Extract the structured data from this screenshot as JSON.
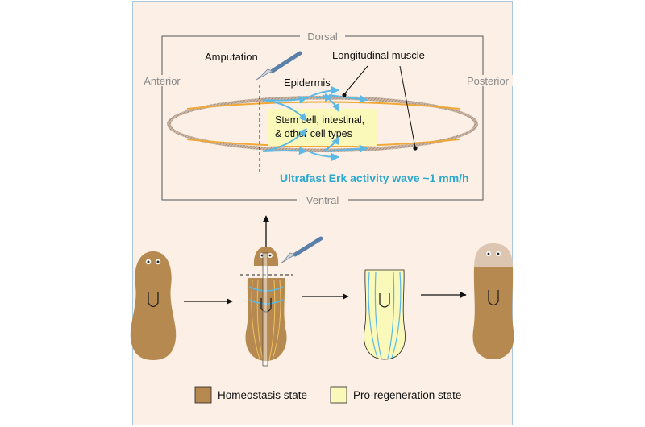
{
  "diagram": {
    "labels": {
      "dorsal": "Dorsal",
      "ventral": "Ventral",
      "anterior": "Anterior",
      "posterior": "Posterior",
      "amputation": "Amputation",
      "epidermis": "Epidermis",
      "longitudinal_muscle": "Longitudinal muscle",
      "stem_cell_line1": "Stem cell, intestinal,",
      "stem_cell_line2": "& other cell types",
      "erk_wave": "Ultrafast Erk activity wave  ~1 mm/h"
    },
    "legend": [
      {
        "label": "Homeostasis state",
        "color": "#b5894f"
      },
      {
        "label": "Pro-regeneration state",
        "color": "#fbf9b9"
      }
    ],
    "colors": {
      "panel_bg": "#fcf0e6",
      "worm_body": "#b5894f",
      "regeneration": "#fbf9b9",
      "muscle": "#f0a838",
      "wave": "#5cb8e4",
      "erk_text": "#2aa8cf",
      "frame": "#555555",
      "scalpel": "#5a7fa8"
    }
  }
}
